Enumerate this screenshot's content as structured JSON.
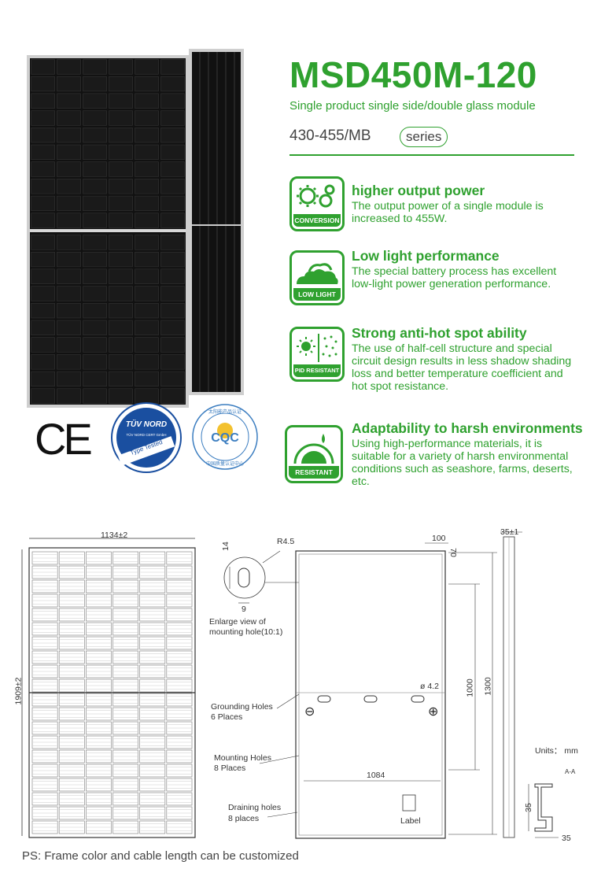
{
  "header": {
    "model": "MSD450M-120",
    "subtitle": "Single product single side/double glass module",
    "range": "430-455/MB",
    "series_label": "series",
    "accent_color": "#2fa12f"
  },
  "features": [
    {
      "icon": "conversion-gears-icon",
      "badge": "CONVERSION",
      "title": "higher output power",
      "desc": "The output power of a single module is increased to 455W."
    },
    {
      "icon": "low-light-clouds-icon",
      "badge": "LOW LIGHT",
      "title": "Low light performance",
      "desc": "The special battery process has excellent low-light power generation performance."
    },
    {
      "icon": "pid-resistant-icon",
      "badge": "PID RESISTANT",
      "title": "Strong anti-hot spot ability",
      "desc": "The use of half-cell structure and special circuit design results in less shadow shading loss and better temperature coefficient and hot spot resistance."
    },
    {
      "icon": "resistant-dome-icon",
      "badge": "RESISTANT",
      "title": "Adaptability to harsh environments",
      "desc": "Using high-performance materials, it is suitable for a variety of harsh environmental conditions such as seashore, farms, deserts, etc."
    }
  ],
  "certifications": {
    "ce": "CE",
    "tuv_top": "TÜV NORD",
    "tuv_mid": "TÜV NORD CERT GmbH",
    "tuv_bottom": "Type Tested",
    "cqc": "CQC",
    "cqc_top": "太阳能产品认证",
    "cqc_bottom": "中国质量认证中心"
  },
  "drawing": {
    "width_label": "1134±2",
    "height_label": "1909±2",
    "r_label": "R4.5",
    "h14": "14",
    "w9": "9",
    "enlarge_line1": "Enlarge view of",
    "enlarge_line2": "mounting hole(10:1)",
    "d100": "100",
    "d70": "70",
    "d35": "35±1",
    "phi": "ø 4.2",
    "d1000": "1000",
    "d1300": "1300",
    "d1084": "1084",
    "grounding1": "Grounding Holes",
    "grounding2": "6 Places",
    "mounting1": "Mounting Holes",
    "mounting2": "8 Places",
    "draining1": "Draining holes",
    "draining2": "8 places",
    "label": "Label",
    "units": "Units： mm",
    "aa": "A-A",
    "s35a": "35",
    "s35b": "35",
    "minus": "⊖",
    "plus": "⊕"
  },
  "footer": {
    "note": "PS: Frame color and cable length can be customized"
  }
}
